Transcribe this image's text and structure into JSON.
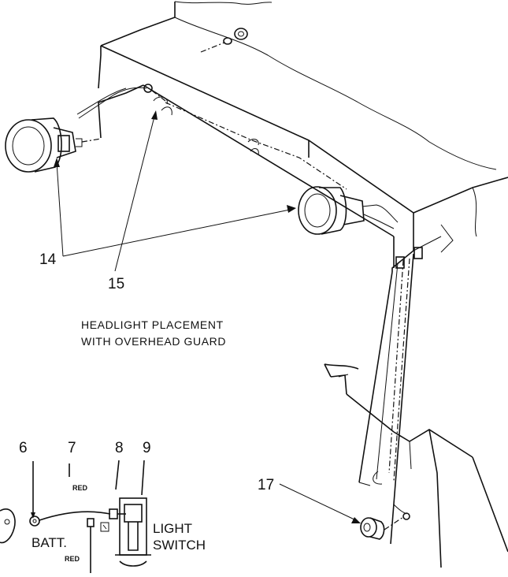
{
  "labels": {
    "p14": "14",
    "p15": "15",
    "p17": "17",
    "p6": "6",
    "p7": "7",
    "p8": "8",
    "p9": "9"
  },
  "caption": {
    "line1": "HEADLIGHT PLACEMENT",
    "line2": "WITH OVERHEAD GUARD"
  },
  "wiring": {
    "battery": "BATT.",
    "light_switch_line1": "LIGHT",
    "light_switch_line2": "SWITCH",
    "wire_color_top": "RED",
    "wire_color_bottom": "RED"
  }
}
